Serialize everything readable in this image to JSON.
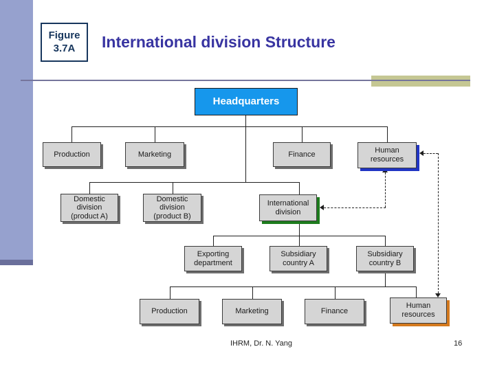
{
  "slide": {
    "figure_label": {
      "line1": "Figure",
      "line2": "3.7A"
    },
    "title": "International division Structure",
    "footer": "IHRM, Dr. N. Yang",
    "page_number": "16"
  },
  "org_chart": {
    "root": "Headquarters",
    "level1": [
      "Production",
      "Marketing",
      "Finance",
      "Human resources"
    ],
    "level2": [
      "Domestic division (product A)",
      "Domestic division (product B)",
      "International division"
    ],
    "level3": [
      "Exporting department",
      "Subsidiary country A",
      "Subsidiary country B"
    ],
    "level4": [
      "Production",
      "Marketing",
      "Finance",
      "Human resources"
    ],
    "highlighted_nodes": {
      "human_resources_top": "#2135c4",
      "international_division": "#1e7c1e",
      "human_resources_bottom": "#d4791e"
    },
    "dashed_links": [
      {
        "from": "Human resources (top)",
        "to": "International division",
        "style": "dashed"
      },
      {
        "from": "Human resources (top)",
        "to": "Human resources (bottom)",
        "style": "dash-dot"
      }
    ]
  },
  "colors": {
    "headquarters_fill": "#1697ec",
    "node_fill": "#d5d5d5",
    "node_shadow": "#6e6e6e",
    "title_text": "#3834a1",
    "figure_box_border": "#17365d",
    "sidebar_bar": "#96a1ce",
    "sidebar_bar_dark": "#6a6f9b",
    "khaki_accent": "#c5c793",
    "rule_line": "#75759c"
  }
}
